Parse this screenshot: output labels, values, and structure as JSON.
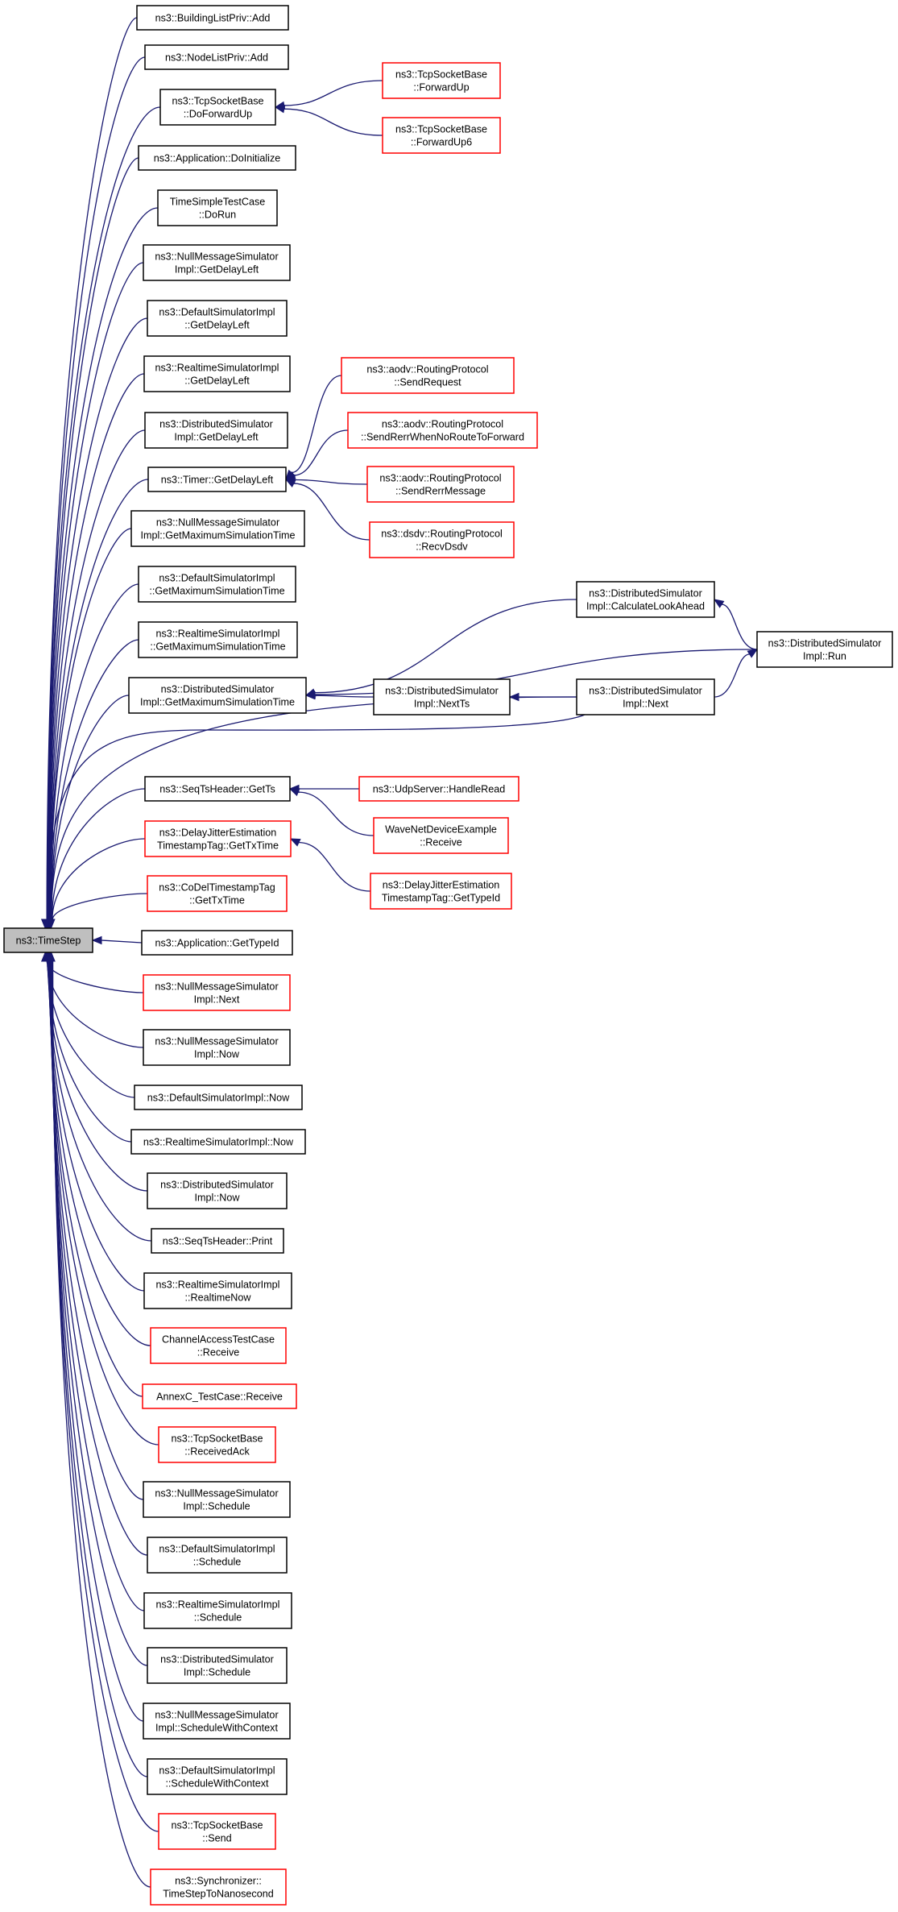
{
  "colors": {
    "edge": "#191970",
    "border_normal": "#000000",
    "border_truncated": "#ff0000",
    "focus_fill": "#bfbfbf"
  },
  "nodes": {
    "timestep": {
      "lines": [
        "ns3::TimeStep"
      ],
      "style": "focus"
    },
    "bldg_add": {
      "lines": [
        "ns3::BuildingListPriv::Add"
      ],
      "style": "normal"
    },
    "nodelist_add": {
      "lines": [
        "ns3::NodeListPriv::Add"
      ],
      "style": "normal"
    },
    "doforwardup": {
      "lines": [
        "ns3::TcpSocketBase",
        "::DoForwardUp"
      ],
      "style": "normal"
    },
    "forwardup": {
      "lines": [
        "ns3::TcpSocketBase",
        "::ForwardUp"
      ],
      "style": "truncated"
    },
    "forwardup6": {
      "lines": [
        "ns3::TcpSocketBase",
        "::ForwardUp6"
      ],
      "style": "truncated"
    },
    "app_doinit": {
      "lines": [
        "ns3::Application::DoInitialize"
      ],
      "style": "normal"
    },
    "timesimple": {
      "lines": [
        "TimeSimpleTestCase",
        "::DoRun"
      ],
      "style": "normal"
    },
    "null_gdl": {
      "lines": [
        "ns3::NullMessageSimulator",
        "Impl::GetDelayLeft"
      ],
      "style": "normal"
    },
    "def_gdl": {
      "lines": [
        "ns3::DefaultSimulatorImpl",
        "::GetDelayLeft"
      ],
      "style": "normal"
    },
    "rt_gdl": {
      "lines": [
        "ns3::RealtimeSimulatorImpl",
        "::GetDelayLeft"
      ],
      "style": "normal"
    },
    "dist_gdl": {
      "lines": [
        "ns3::DistributedSimulator",
        "Impl::GetDelayLeft"
      ],
      "style": "normal"
    },
    "timer_gdl": {
      "lines": [
        "ns3::Timer::GetDelayLeft"
      ],
      "style": "normal"
    },
    "aodv_sendreq": {
      "lines": [
        "ns3::aodv::RoutingProtocol",
        "::SendRequest"
      ],
      "style": "truncated"
    },
    "aodv_sendrerrnr": {
      "lines": [
        "ns3::aodv::RoutingProtocol",
        "::SendRerrWhenNoRouteToForward"
      ],
      "style": "truncated"
    },
    "aodv_sendrerrmsg": {
      "lines": [
        "ns3::aodv::RoutingProtocol",
        "::SendRerrMessage"
      ],
      "style": "truncated"
    },
    "dsdv_recv": {
      "lines": [
        "ns3::dsdv::RoutingProtocol",
        "::RecvDsdv"
      ],
      "style": "truncated"
    },
    "null_gmst": {
      "lines": [
        "ns3::NullMessageSimulator",
        "Impl::GetMaximumSimulationTime"
      ],
      "style": "normal"
    },
    "def_gmst": {
      "lines": [
        "ns3::DefaultSimulatorImpl",
        "::GetMaximumSimulationTime"
      ],
      "style": "normal"
    },
    "rt_gmst": {
      "lines": [
        "ns3::RealtimeSimulatorImpl",
        "::GetMaximumSimulationTime"
      ],
      "style": "normal"
    },
    "dist_gmst": {
      "lines": [
        "ns3::DistributedSimulator",
        "Impl::GetMaximumSimulationTime"
      ],
      "style": "normal"
    },
    "dist_cla": {
      "lines": [
        "ns3::DistributedSimulator",
        "Impl::CalculateLookAhead"
      ],
      "style": "normal"
    },
    "dist_run": {
      "lines": [
        "ns3::DistributedSimulator",
        "Impl::Run"
      ],
      "style": "normal"
    },
    "dist_nextts": {
      "lines": [
        "ns3::DistributedSimulator",
        "Impl::NextTs"
      ],
      "style": "normal"
    },
    "dist_next": {
      "lines": [
        "ns3::DistributedSimulator",
        "Impl::Next"
      ],
      "style": "normal"
    },
    "seq_getts": {
      "lines": [
        "ns3::SeqTsHeader::GetTs"
      ],
      "style": "normal"
    },
    "udp_handleread": {
      "lines": [
        "ns3::UdpServer::HandleRead"
      ],
      "style": "truncated"
    },
    "wave_receive": {
      "lines": [
        "WaveNetDeviceExample",
        "::Receive"
      ],
      "style": "truncated"
    },
    "dj_gettx": {
      "lines": [
        "ns3::DelayJitterEstimation",
        "TimestampTag::GetTxTime"
      ],
      "style": "truncated"
    },
    "dj_gettypeid": {
      "lines": [
        "ns3::DelayJitterEstimation",
        "TimestampTag::GetTypeId"
      ],
      "style": "truncated"
    },
    "codel_gettx": {
      "lines": [
        "ns3::CoDelTimestampTag",
        "::GetTxTime"
      ],
      "style": "truncated"
    },
    "app_gettypeid": {
      "lines": [
        "ns3::Application::GetTypeId"
      ],
      "style": "normal"
    },
    "null_next": {
      "lines": [
        "ns3::NullMessageSimulator",
        "Impl::Next"
      ],
      "style": "truncated"
    },
    "null_now": {
      "lines": [
        "ns3::NullMessageSimulator",
        "Impl::Now"
      ],
      "style": "normal"
    },
    "def_now": {
      "lines": [
        "ns3::DefaultSimulatorImpl::Now"
      ],
      "style": "normal"
    },
    "rt_now": {
      "lines": [
        "ns3::RealtimeSimulatorImpl::Now"
      ],
      "style": "normal"
    },
    "dist_now": {
      "lines": [
        "ns3::DistributedSimulator",
        "Impl::Now"
      ],
      "style": "normal"
    },
    "seq_print": {
      "lines": [
        "ns3::SeqTsHeader::Print"
      ],
      "style": "normal"
    },
    "rt_realtimenow": {
      "lines": [
        "ns3::RealtimeSimulatorImpl",
        "::RealtimeNow"
      ],
      "style": "normal"
    },
    "chan_receive": {
      "lines": [
        "ChannelAccessTestCase",
        "::Receive"
      ],
      "style": "truncated"
    },
    "annexc_receive": {
      "lines": [
        "AnnexC_TestCase::Receive"
      ],
      "style": "truncated"
    },
    "tcp_recvack": {
      "lines": [
        "ns3::TcpSocketBase",
        "::ReceivedAck"
      ],
      "style": "truncated"
    },
    "null_sched": {
      "lines": [
        "ns3::NullMessageSimulator",
        "Impl::Schedule"
      ],
      "style": "normal"
    },
    "def_sched": {
      "lines": [
        "ns3::DefaultSimulatorImpl",
        "::Schedule"
      ],
      "style": "normal"
    },
    "rt_sched": {
      "lines": [
        "ns3::RealtimeSimulatorImpl",
        "::Schedule"
      ],
      "style": "normal"
    },
    "dist_sched": {
      "lines": [
        "ns3::DistributedSimulator",
        "Impl::Schedule"
      ],
      "style": "normal"
    },
    "null_swc": {
      "lines": [
        "ns3::NullMessageSimulator",
        "Impl::ScheduleWithContext"
      ],
      "style": "normal"
    },
    "def_swc": {
      "lines": [
        "ns3::DefaultSimulatorImpl",
        "::ScheduleWithContext"
      ],
      "style": "normal"
    },
    "tcp_send": {
      "lines": [
        "ns3::TcpSocketBase",
        "::Send"
      ],
      "style": "truncated"
    },
    "sync_tstn": {
      "lines": [
        "ns3::Synchronizer::",
        "TimeStepToNanosecond"
      ],
      "style": "truncated"
    }
  }
}
